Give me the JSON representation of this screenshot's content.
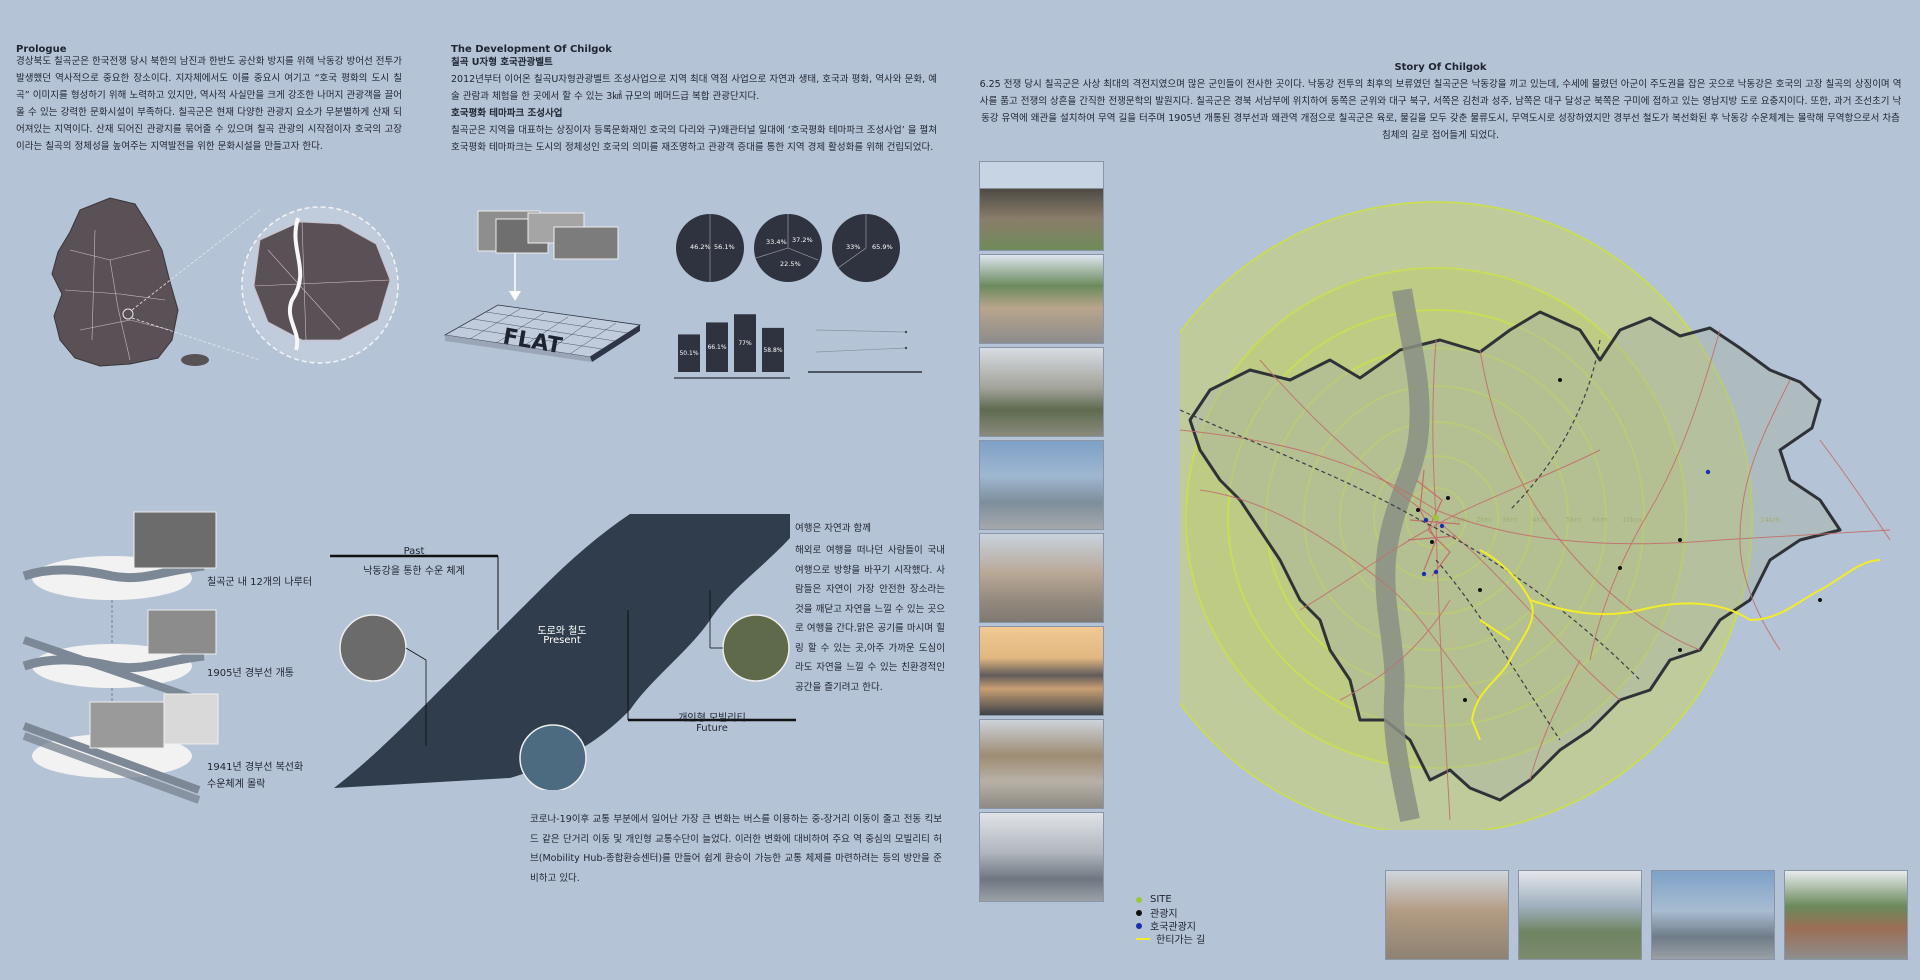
{
  "prologue": {
    "title": "Prologue",
    "text": "경상북도 칠곡군은 한국전쟁 당시 북한의 남진과 한반도 공산화 방지를 위해 낙동강 방어선 전투가 발생했던 역사적으로 중요한 장소이다. 지자체에서도 이를 중요시 여기고 “호국 평화의 도시 칠곡” 이미지를 형성하기 위해 노력하고 있지만, 역사적 사실만을 크게 강조한 나머지 관광객을 끌어올 수 있는 강력한 문화시설이 부족하다. 칠곡군은 현재 다양한 관광지 요소가 무분별하게 산재 되어져있는 지역이다. 산재 되어진 관광지를 묶어줄 수 있으며 칠곡 관광의 시작점이자 호국의 고장이라는 칠곡의 정체성을 높여주는 지역발전을 위한 문화시설을 만들고자 한다."
  },
  "development": {
    "title": "The Development Of Chilgok",
    "sub1": "칠곡 U자형 호국관광벨트",
    "text1": "2012년부터 이어온 칠곡U자형관광벨트 조성사업으로 지역 최대 역점 사업으로 자연과 생태, 호국과 평화, 역사와 문화, 예술 관람과 체험을 한 곳에서 할 수 있는 3㎢ 규모의 메머드급 복합 관광단지다.",
    "sub2": "호국평화 테마파크 조성사업",
    "text2": "칠곡군은 지역을 대표하는 상징이자 등록문화재인 호국의 다리와 구)왜관터널 일대에 ‘호국평화 테마파크 조성사업’ 을 펼쳐 호국평화 테마파크는 도시의 정체성인 호국의 의미를 재조명하고 관광객 증대를 통한 지역 경제 활성화를 위해 건립되었다.",
    "flat_label": "FLAT",
    "pies": [
      {
        "labels": [
          "46.2%",
          "56.1%"
        ]
      },
      {
        "labels": [
          "33.4%",
          "37.2%",
          "22.5%"
        ]
      },
      {
        "labels": [
          "33%",
          "65.9%"
        ]
      }
    ],
    "bars": {
      "type": "bar",
      "categories": [
        "",
        "",
        "",
        ""
      ],
      "values": [
        50.1,
        66.1,
        77,
        58.8
      ],
      "labels": [
        "50.1%",
        "66.1%",
        "77%",
        "58.8%"
      ]
    }
  },
  "story": {
    "title": "Story Of Chilgok",
    "text": "6.25 전쟁 당시 칠곡군은 사상 최대의 격전지였으며 많은 군인들이 전사한 곳이다. 낙동강 전투의 최후의 보류였던 칠곡군은 낙동강을 끼고 있는데, 수세에 몰렸던 아군이 주도권을 잡은 곳으로 낙동강은 호국의 고장 칠곡의 상징이며 역사를 품고 전쟁의 상흔을 간직한 전쟁문학의 발원지다. 칠곡군은 경북 서남부에 위치하여 동쪽은 군위와 대구 북구, 서쪽은 김천과 성주, 남쪽은 대구 달성군 북쪽은 구미에 접하고 있는 영남지방 도로 요충지이다.  또한, 과거 조선초기 낙동강 유역에 왜관을 설치하여 무역 길을 터주며 1905년 개통된 경부선과 왜관역 개점으로 칠곡군은 육로, 물길을 모두 갖춘 물류도시, 무역도시로 성장하였지만 경부선 철도가 복선화된 후 낙동강 수운체계는 몰락해 무역항으로서 차츰 침체의 길로 접어들게 되었다."
  },
  "history_labels": {
    "h1": "칠곡군 내 12개의 나루터",
    "h2": "1905년 경부선 개통",
    "h3a": "1941년  경부선  복선화",
    "h3b": "수운체계 몰락"
  },
  "timeline": {
    "past": "Past",
    "past_sub": "낙동강을  통한  수운  체계",
    "present_a": "도로와 철도",
    "present_b": "Present",
    "future_sub": "개인형 모빌리티",
    "future": "Future"
  },
  "travel": {
    "line1": "여행은 자연과 함께",
    "text": "해외로 여행을 떠나던 사람들이 국내 여행으로 방향을 바꾸기 시작했다. 사람들은 자연이 가장 안전한 장소라는 것을 깨닫고 자연을 느낄 수 있는 곳으로 여행을 간다.맑은 공기를 마시며 힐링 할 수 있는 곳,아주 가까운 도심이라도 자연을 느낄 수 있는 친환경적인 공간을 즐기려고 한다."
  },
  "mobility": {
    "text": "코로나-19이후 교통 부분에서 일어난 가장 큰 변화는 버스를 이용하는 중-장거리 이동이 줄고 전동 킥보드 같은 단거리 이동 및 개인형 교통수단이 늘었다. 이러한 변화에 대비하여 주요 역 중심의 모빌리티 허브(Mobility Hub-종합환승센터)를 만들어 쉽게 환승이 가능한 교통 체제를 마련하려는 등의 방안을 준비하고 있다."
  },
  "ring_labels": [
    "1km",
    "2km",
    "3km",
    "4km",
    "5km",
    "6km",
    "10km",
    "14km"
  ],
  "legend": [
    {
      "label": "SITE",
      "color": "#9cc83a",
      "kind": "dot"
    },
    {
      "label": "관광지",
      "color": "#111111",
      "kind": "dot"
    },
    {
      "label": "호국관광지",
      "color": "#1a2fb0",
      "kind": "dot"
    },
    {
      "label": "한티가는 길",
      "color": "#f2ec2a",
      "kind": "line"
    }
  ],
  "colors": {
    "background": "#b5c3d6",
    "ring": "#c8dc5a",
    "river": "#8a8f84",
    "yellow_path": "#f2ec2a"
  }
}
